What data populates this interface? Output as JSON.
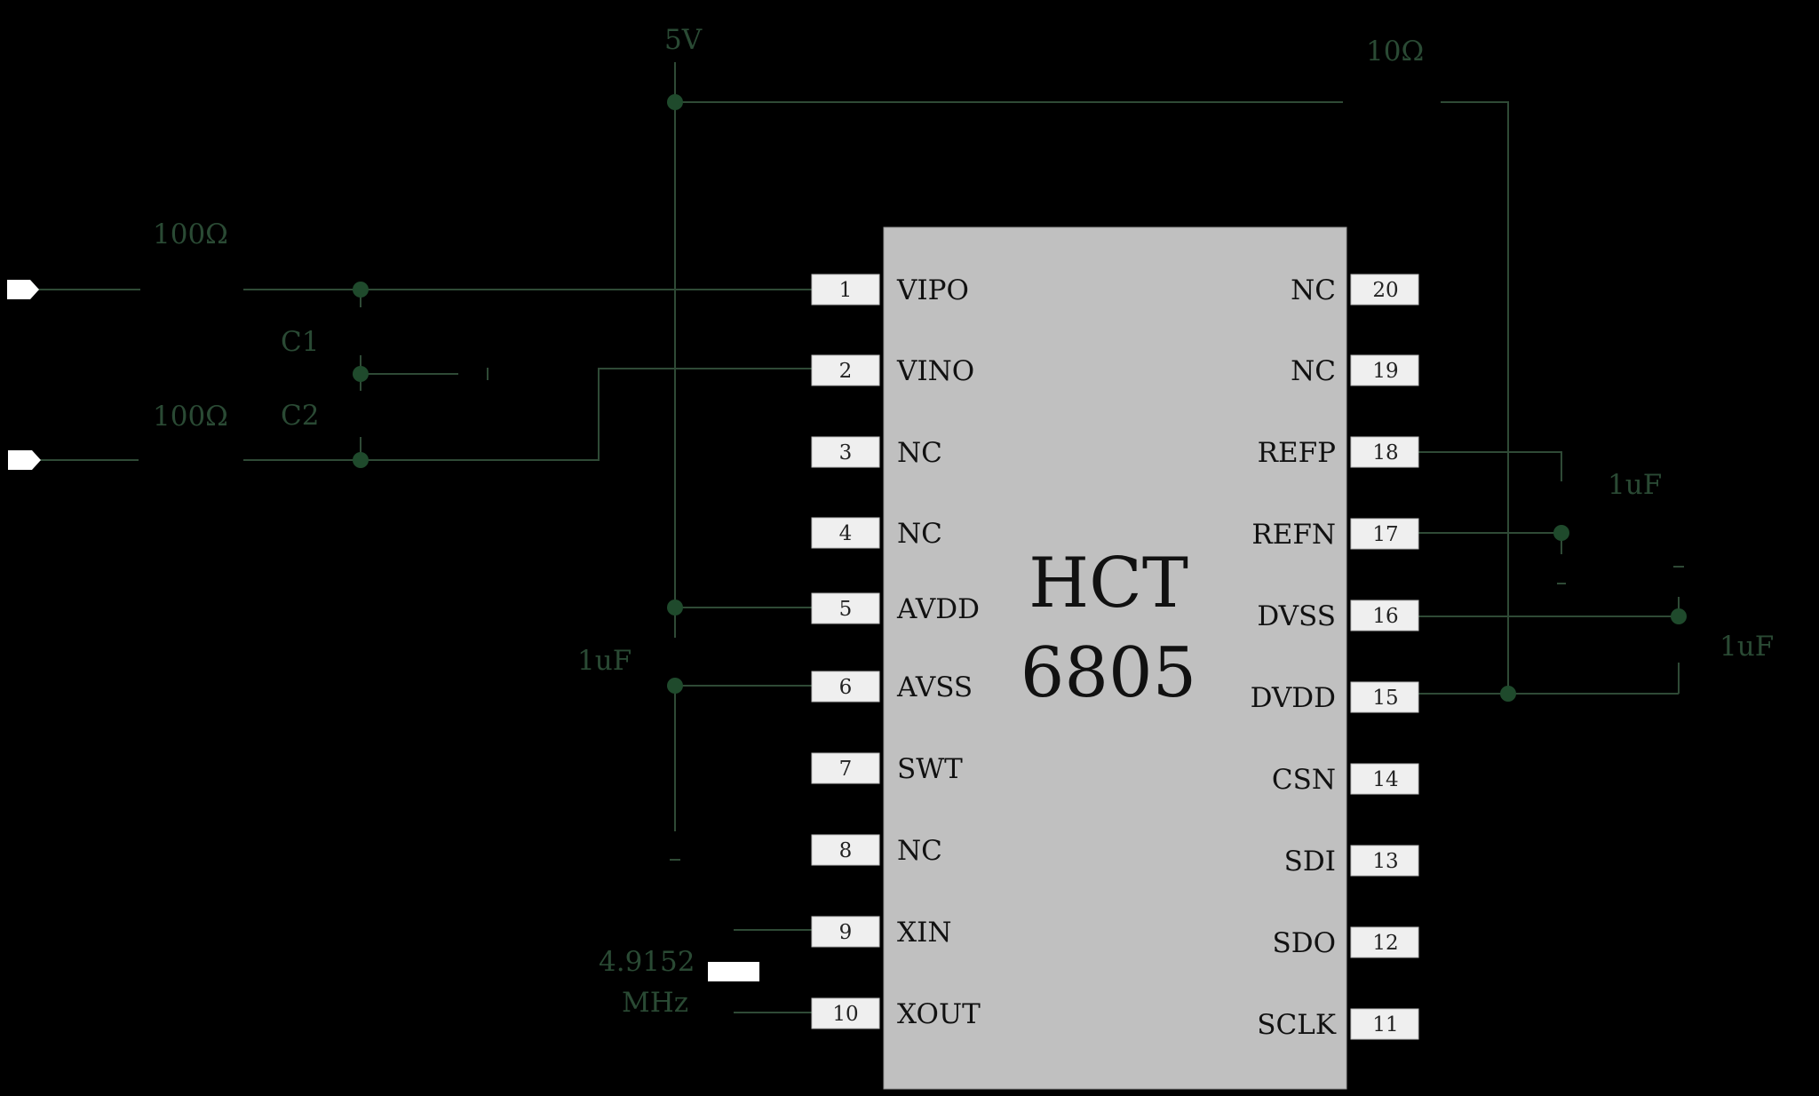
{
  "power": {
    "vcc_label": "5V",
    "r_top_label": "10Ω"
  },
  "input": {
    "r1_label": "100Ω",
    "r2_label": "100Ω",
    "c1_label": "C1",
    "c2_label": "C2"
  },
  "left_cap_label": "1uF",
  "ref_cap_label": "1uF",
  "dvdd_cap_label": "1uF",
  "crystal": {
    "freq_label": "4.9152",
    "unit_label": "MHz"
  },
  "chip": {
    "line1": "HCT",
    "line2": "6805",
    "left_pins": [
      {
        "num": "1",
        "name": "VIPO"
      },
      {
        "num": "2",
        "name": "VINO"
      },
      {
        "num": "3",
        "name": "NC"
      },
      {
        "num": "4",
        "name": "NC"
      },
      {
        "num": "5",
        "name": "AVDD"
      },
      {
        "num": "6",
        "name": "AVSS"
      },
      {
        "num": "7",
        "name": "SWT"
      },
      {
        "num": "8",
        "name": "NC"
      },
      {
        "num": "9",
        "name": "XIN"
      },
      {
        "num": "10",
        "name": "XOUT"
      }
    ],
    "right_pins": [
      {
        "num": "20",
        "name": "NC"
      },
      {
        "num": "19",
        "name": "NC"
      },
      {
        "num": "18",
        "name": "REFP"
      },
      {
        "num": "17",
        "name": "REFN"
      },
      {
        "num": "16",
        "name": "DVSS"
      },
      {
        "num": "15",
        "name": "DVDD"
      },
      {
        "num": "14",
        "name": "CSN"
      },
      {
        "num": "13",
        "name": "SDI"
      },
      {
        "num": "12",
        "name": "SDO"
      },
      {
        "num": "11",
        "name": "SCLK"
      }
    ]
  }
}
